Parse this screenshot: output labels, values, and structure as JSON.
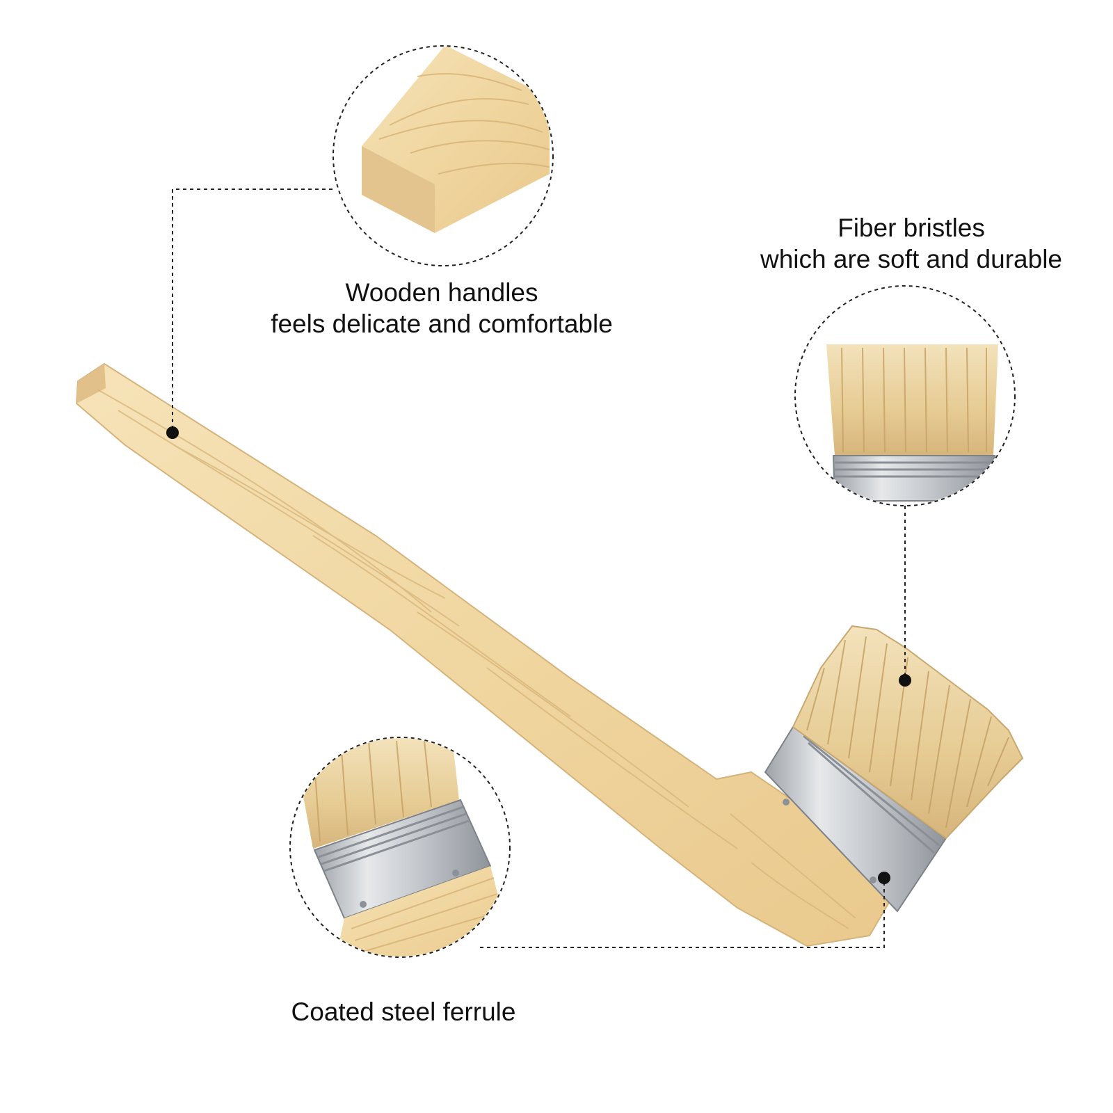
{
  "features": {
    "handle": {
      "line1": "Wooden handles",
      "line2": "feels delicate and comfortable"
    },
    "bristles": {
      "line1": "Fiber bristles",
      "line2": "which are soft and durable"
    },
    "ferrule": {
      "line1": "Coated steel ferrule"
    }
  },
  "colors": {
    "wood": "#f1d9a6",
    "wood_grain": "#d9b77b",
    "bristle": "#e8cf9b",
    "bristle_shadow": "#c8a468",
    "steel": "#c9ccd0",
    "steel_dark": "#8e9399",
    "callout": "#111111"
  }
}
